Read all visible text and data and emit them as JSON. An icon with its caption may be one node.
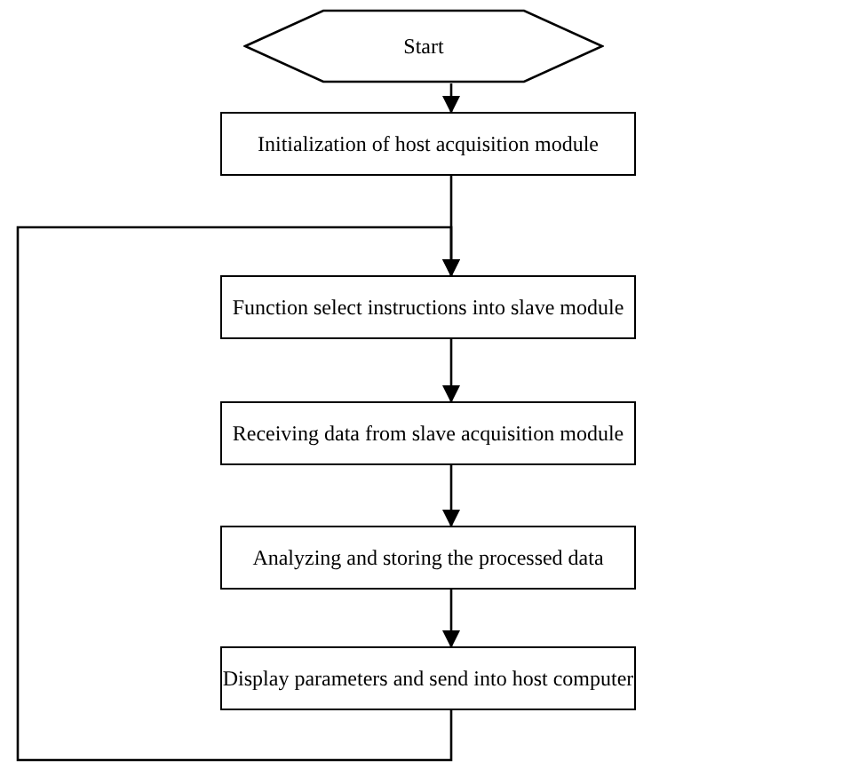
{
  "diagram": {
    "nodes": [
      {
        "text": [
          "Start"
        ]
      },
      {
        "text": [
          "Initialization of host acquisition module"
        ]
      },
      {
        "text": [
          "Function select instructions into slave module"
        ]
      },
      {
        "text": [
          "Receiving data from slave acquisition module"
        ]
      },
      {
        "text": [
          "Analyzing and storing the processed data"
        ]
      },
      {
        "text": [
          "Display parameters and send into host computer"
        ]
      }
    ],
    "edges": [
      {
        "from": 0,
        "to": 1,
        "arrow": "to"
      },
      {
        "from": 1,
        "to": 2,
        "arrow": "to"
      },
      {
        "from": 2,
        "to": 3,
        "arrow": "to"
      },
      {
        "from": 3,
        "to": 4,
        "arrow": "to"
      },
      {
        "from": 4,
        "to": 5,
        "arrow": "to"
      },
      {
        "from": 5,
        "to": 2,
        "arrow": "to"
      }
    ]
  }
}
